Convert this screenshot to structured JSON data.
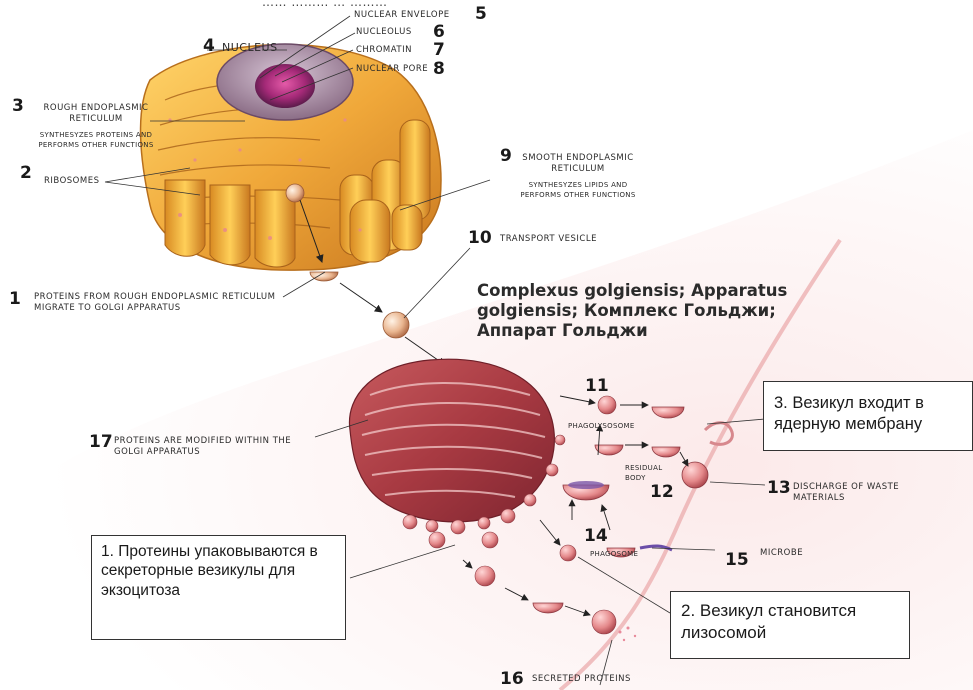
{
  "top_caption": "…… ……… … ………",
  "title": "Complexus golgiensis; Apparatus golgiensis; Комплекс Гольджи; Аппарат Гольджи",
  "labels": {
    "n1": "1",
    "l1": "Proteins from rough endoplasmic reticulum migrate to Golgi apparatus",
    "n2": "2",
    "l2": "Ribosomes",
    "n3": "3",
    "l3a": "Rough endoplasmic reticulum",
    "l3b": "Synthesyzes proteins and performs other functions",
    "n4": "4",
    "l4": "Nucleus",
    "n5": "5",
    "l5": "Nuclear envelope",
    "n6": "6",
    "l6": "Nucleolus",
    "n7": "7",
    "l7": "Chromatin",
    "n8": "8",
    "l8": "Nuclear pore",
    "n9": "9",
    "l9a": "Smooth endoplasmic reticulum",
    "l9b": "Synthesyzes lipids and performs other functions",
    "n10": "10",
    "l10": "Transport vesicle",
    "n11": "11",
    "l11": "Phagolysosome",
    "n12": "12",
    "l12": "Residual body",
    "n13": "13",
    "l13": "Discharge of waste materials",
    "n14": "14",
    "l14": "Phagosome",
    "n15": "15",
    "l15": "Microbe",
    "n16": "16",
    "l16": "Secreted proteins",
    "n17": "17",
    "l17": "Proteins are modified within the Golgi apparatus"
  },
  "ru_boxes": {
    "box1": "1. Протеины упаковываются в секреторные везикулы для экзоцитоза",
    "box2": "2. Везикул становится лизосомой",
    "box3": "3. Везикул входит в ядерную мембрану"
  }
}
